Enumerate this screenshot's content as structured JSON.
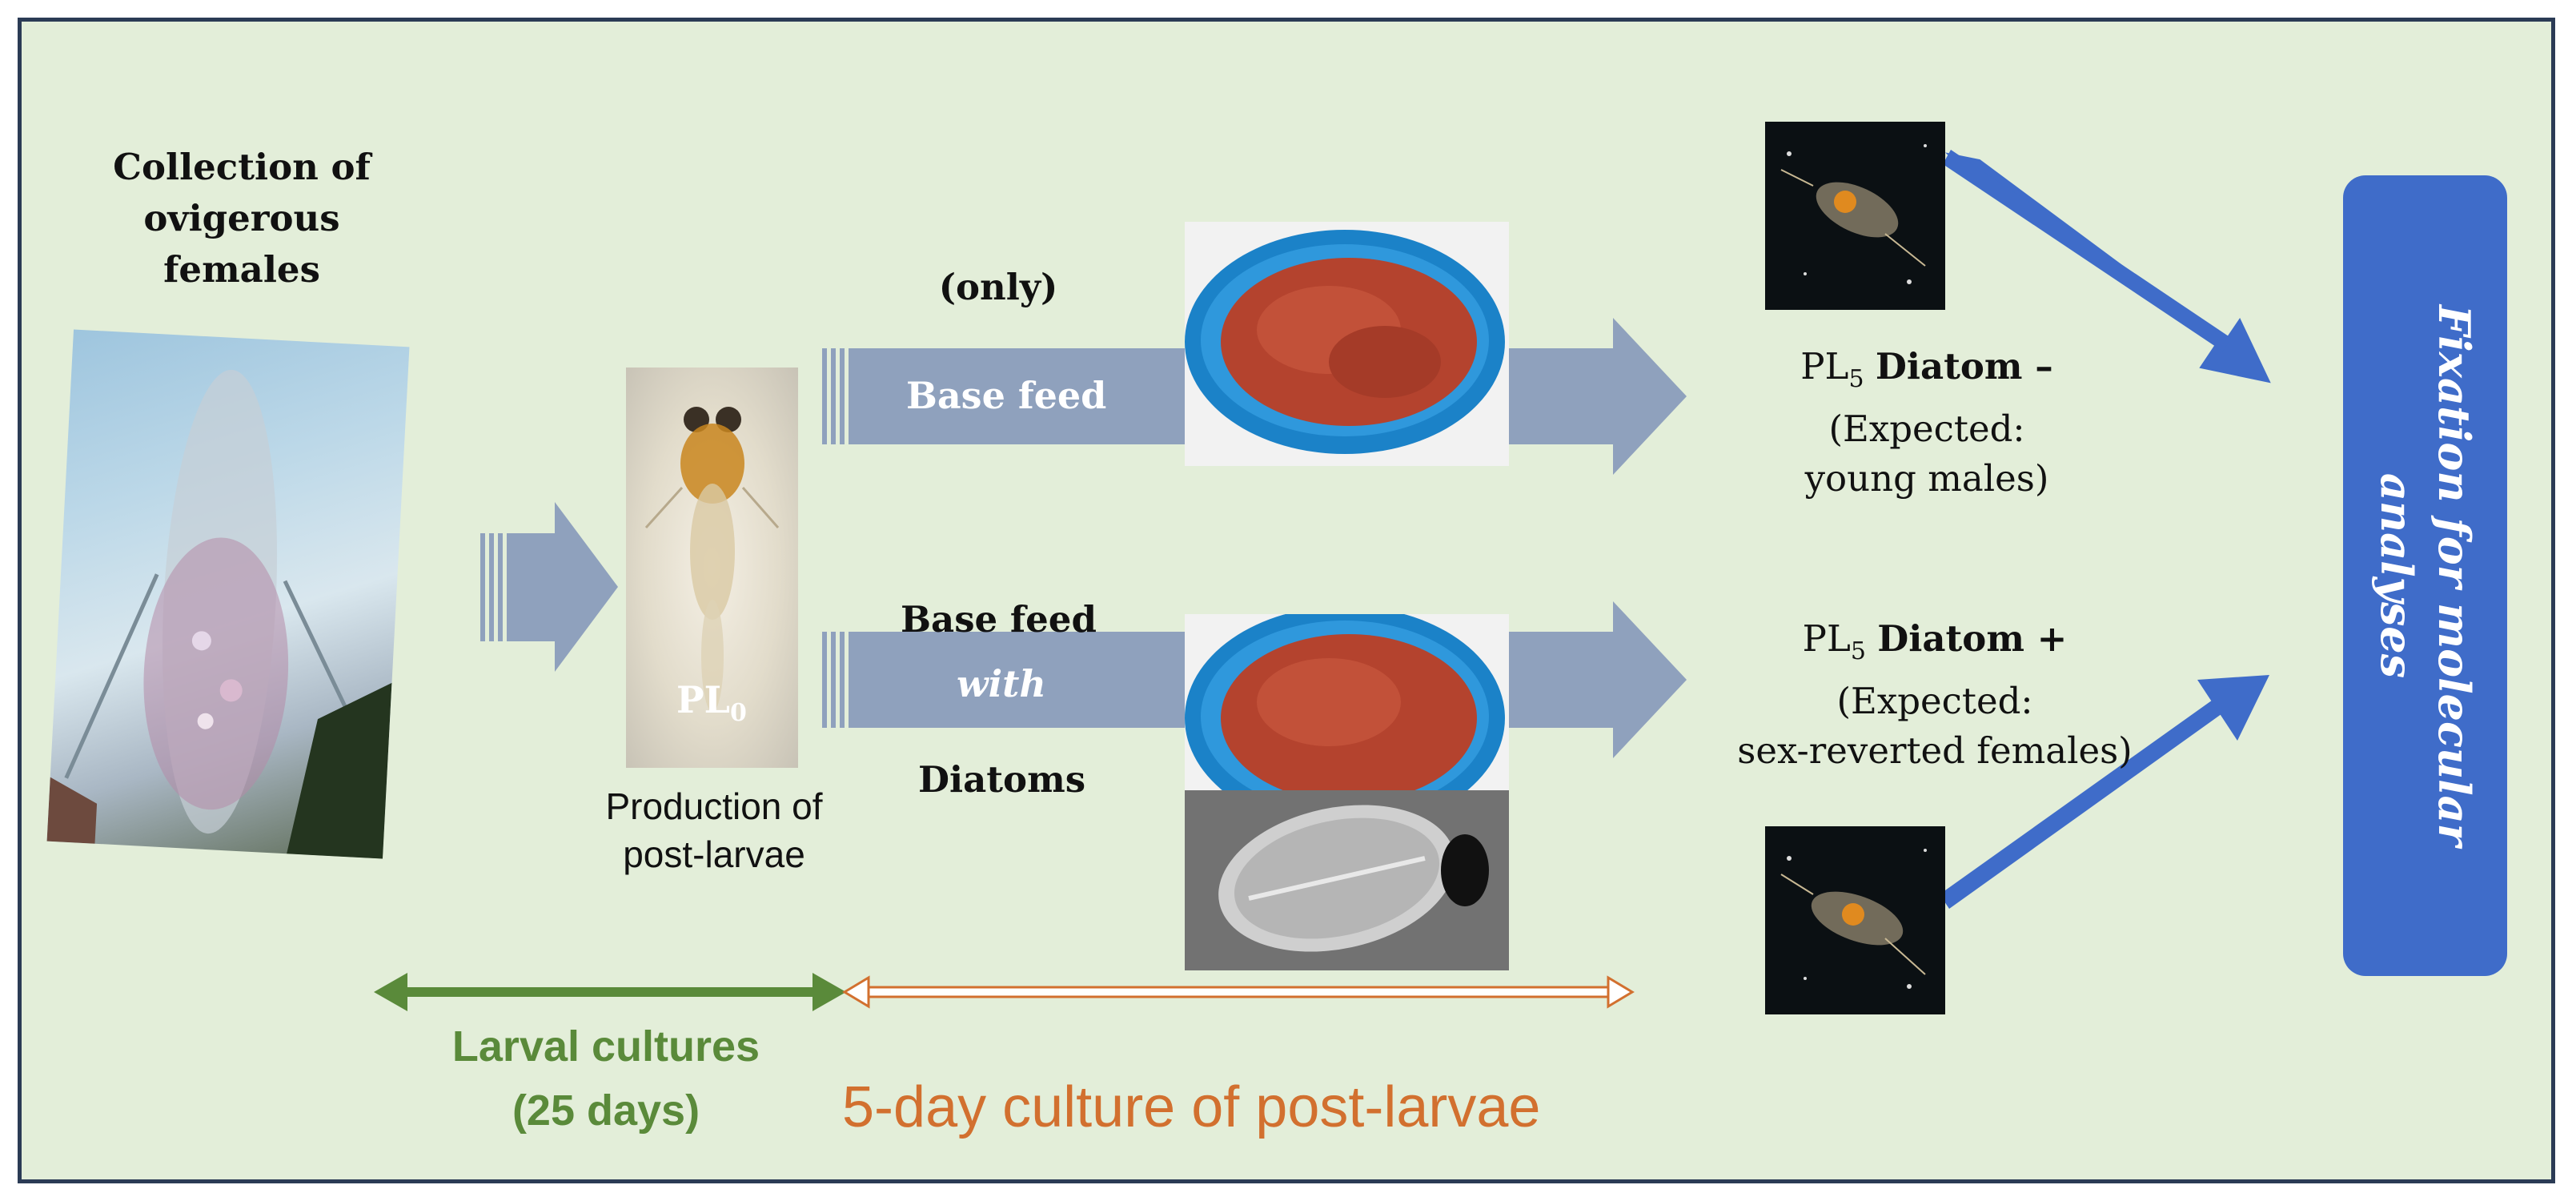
{
  "collection": {
    "line1": "Collection of",
    "line2": "ovigerous",
    "line3": "females"
  },
  "pl0": {
    "label": "PL",
    "sub": "0"
  },
  "production": {
    "line1": "Production of",
    "line2": "post-larvae"
  },
  "top_branch": {
    "above": "(only)",
    "arrow_label": "Base feed"
  },
  "bottom_branch": {
    "line1": "Base feed",
    "line2": "with",
    "line3": "Diatoms"
  },
  "outcome_minus": {
    "prefix": "PL",
    "sub": "5",
    "name": "Diatom –",
    "expected1": "(Expected:",
    "expected2": "young males)"
  },
  "outcome_plus": {
    "prefix": "PL",
    "sub": "5",
    "name": "Diatom +",
    "expected1": "(Expected:",
    "expected2": "sex-reverted females)"
  },
  "fixation": {
    "line1": "Fixation for molecular",
    "line2": "analyses"
  },
  "timeline_green": {
    "line1": "Larval cultures",
    "line2": "(25 days)"
  },
  "timeline_orange": {
    "label": "5-day culture of post-larvae"
  },
  "colors": {
    "background": "#e3eed9",
    "border": "#2b3b55",
    "arrow": "#8fa1bd",
    "blue_box": "#3f6cc9",
    "blue_arrow": "#3f6cc9",
    "green": "#5a8a3a",
    "orange": "#d2702f"
  }
}
